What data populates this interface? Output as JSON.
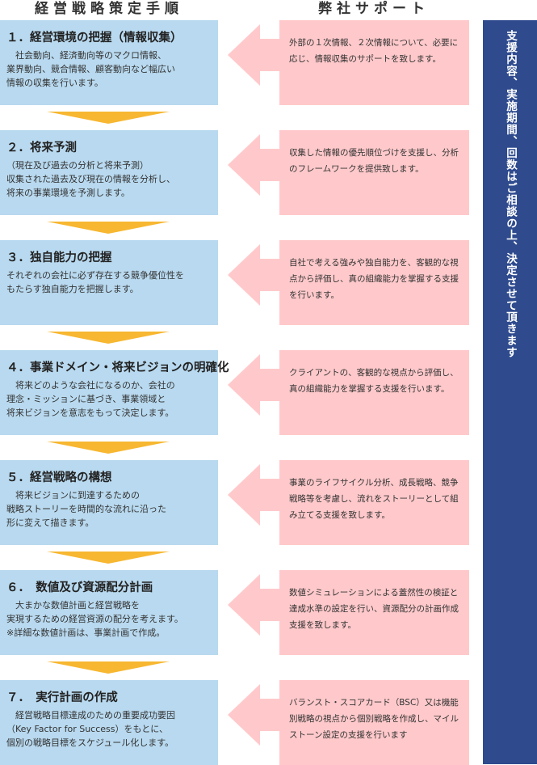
{
  "headers": {
    "left": "経営戦略策定手順",
    "right": "弊社サポート"
  },
  "steps": [
    {
      "title": "１．経営環境の把握（情報収集）",
      "body": "　社会動向、経済動向等のマクロ情報、\n業界動向、競合情報、顧客動向など幅広い\n情報の収集を行います。"
    },
    {
      "title": "２．将来予測",
      "body": "（現在及び過去の分析と将来予測）\n収集された過去及び現在の情報を分析し、\n将来の事業環境を予測します。"
    },
    {
      "title": "３．独自能力の把握",
      "body": "それぞれの会社に必ず存在する競争優位性を\nもたらす独自能力を把握します。"
    },
    {
      "title": "４．事業ドメイン・将来ビジョンの明確化",
      "body": "　将来どのような会社になるのか、会社の\n理念・ミッションに基づき、事業領域と\n将来ビジョンを意志をもって決定します。"
    },
    {
      "title": "５．経営戦略の構想",
      "body": "　将来ビジョンに到達するための\n戦略ストーリーを時間的な流れに沿った\n形に変えて描きます。"
    },
    {
      "title": "６．　数値及び資源配分計画",
      "body": "　大まかな数値計画と経営戦略を\n実現するための経営資源の配分を考えます。\n※詳細な数値計画は、事業計画で作成。"
    },
    {
      "title": "７．　実行計画の作成",
      "body": "　経営戦略目標達成のための重要成功要因\n（Key Factor for Success）をもとに、\n個別の戦略目標をスケジュール化します。"
    }
  ],
  "supports": [
    "外部の１次情報、２次情報について、必要に応じ、情報収集のサポートを致します。",
    "収集した情報の優先順位づけを支援し、分析のフレームワークを提供致します。",
    "自社で考える強みや独自能力を、客観的な視点から評価し、真の組織能力を掌握する支援を行います。",
    "クライアントの、客観的な視点から評価し、真の組織能力を掌握する支援を行います。",
    "事業のライフサイクル分析、成長戦略、競争戦略等を考慮し、流れをストーリーとして組み立てる支援を致します。",
    "数値シミュレーションによる蓋然性の検証と達成水準の設定を行い、資源配分の計画作成支援を致します。",
    "バランスト・スコアカード（BSC）又は機能別戦略の視点から個別戦略を作成し、マイルストーン設定の支援を行います"
  ],
  "side_note": "支援内容、実施期間、回数はご相談の上、決定させて頂きます",
  "colors": {
    "step_box": "#b8d9ef",
    "support_box": "#ffc9cb",
    "down_arrow": "#f7b731",
    "side_bar": "#2f4b8e"
  }
}
